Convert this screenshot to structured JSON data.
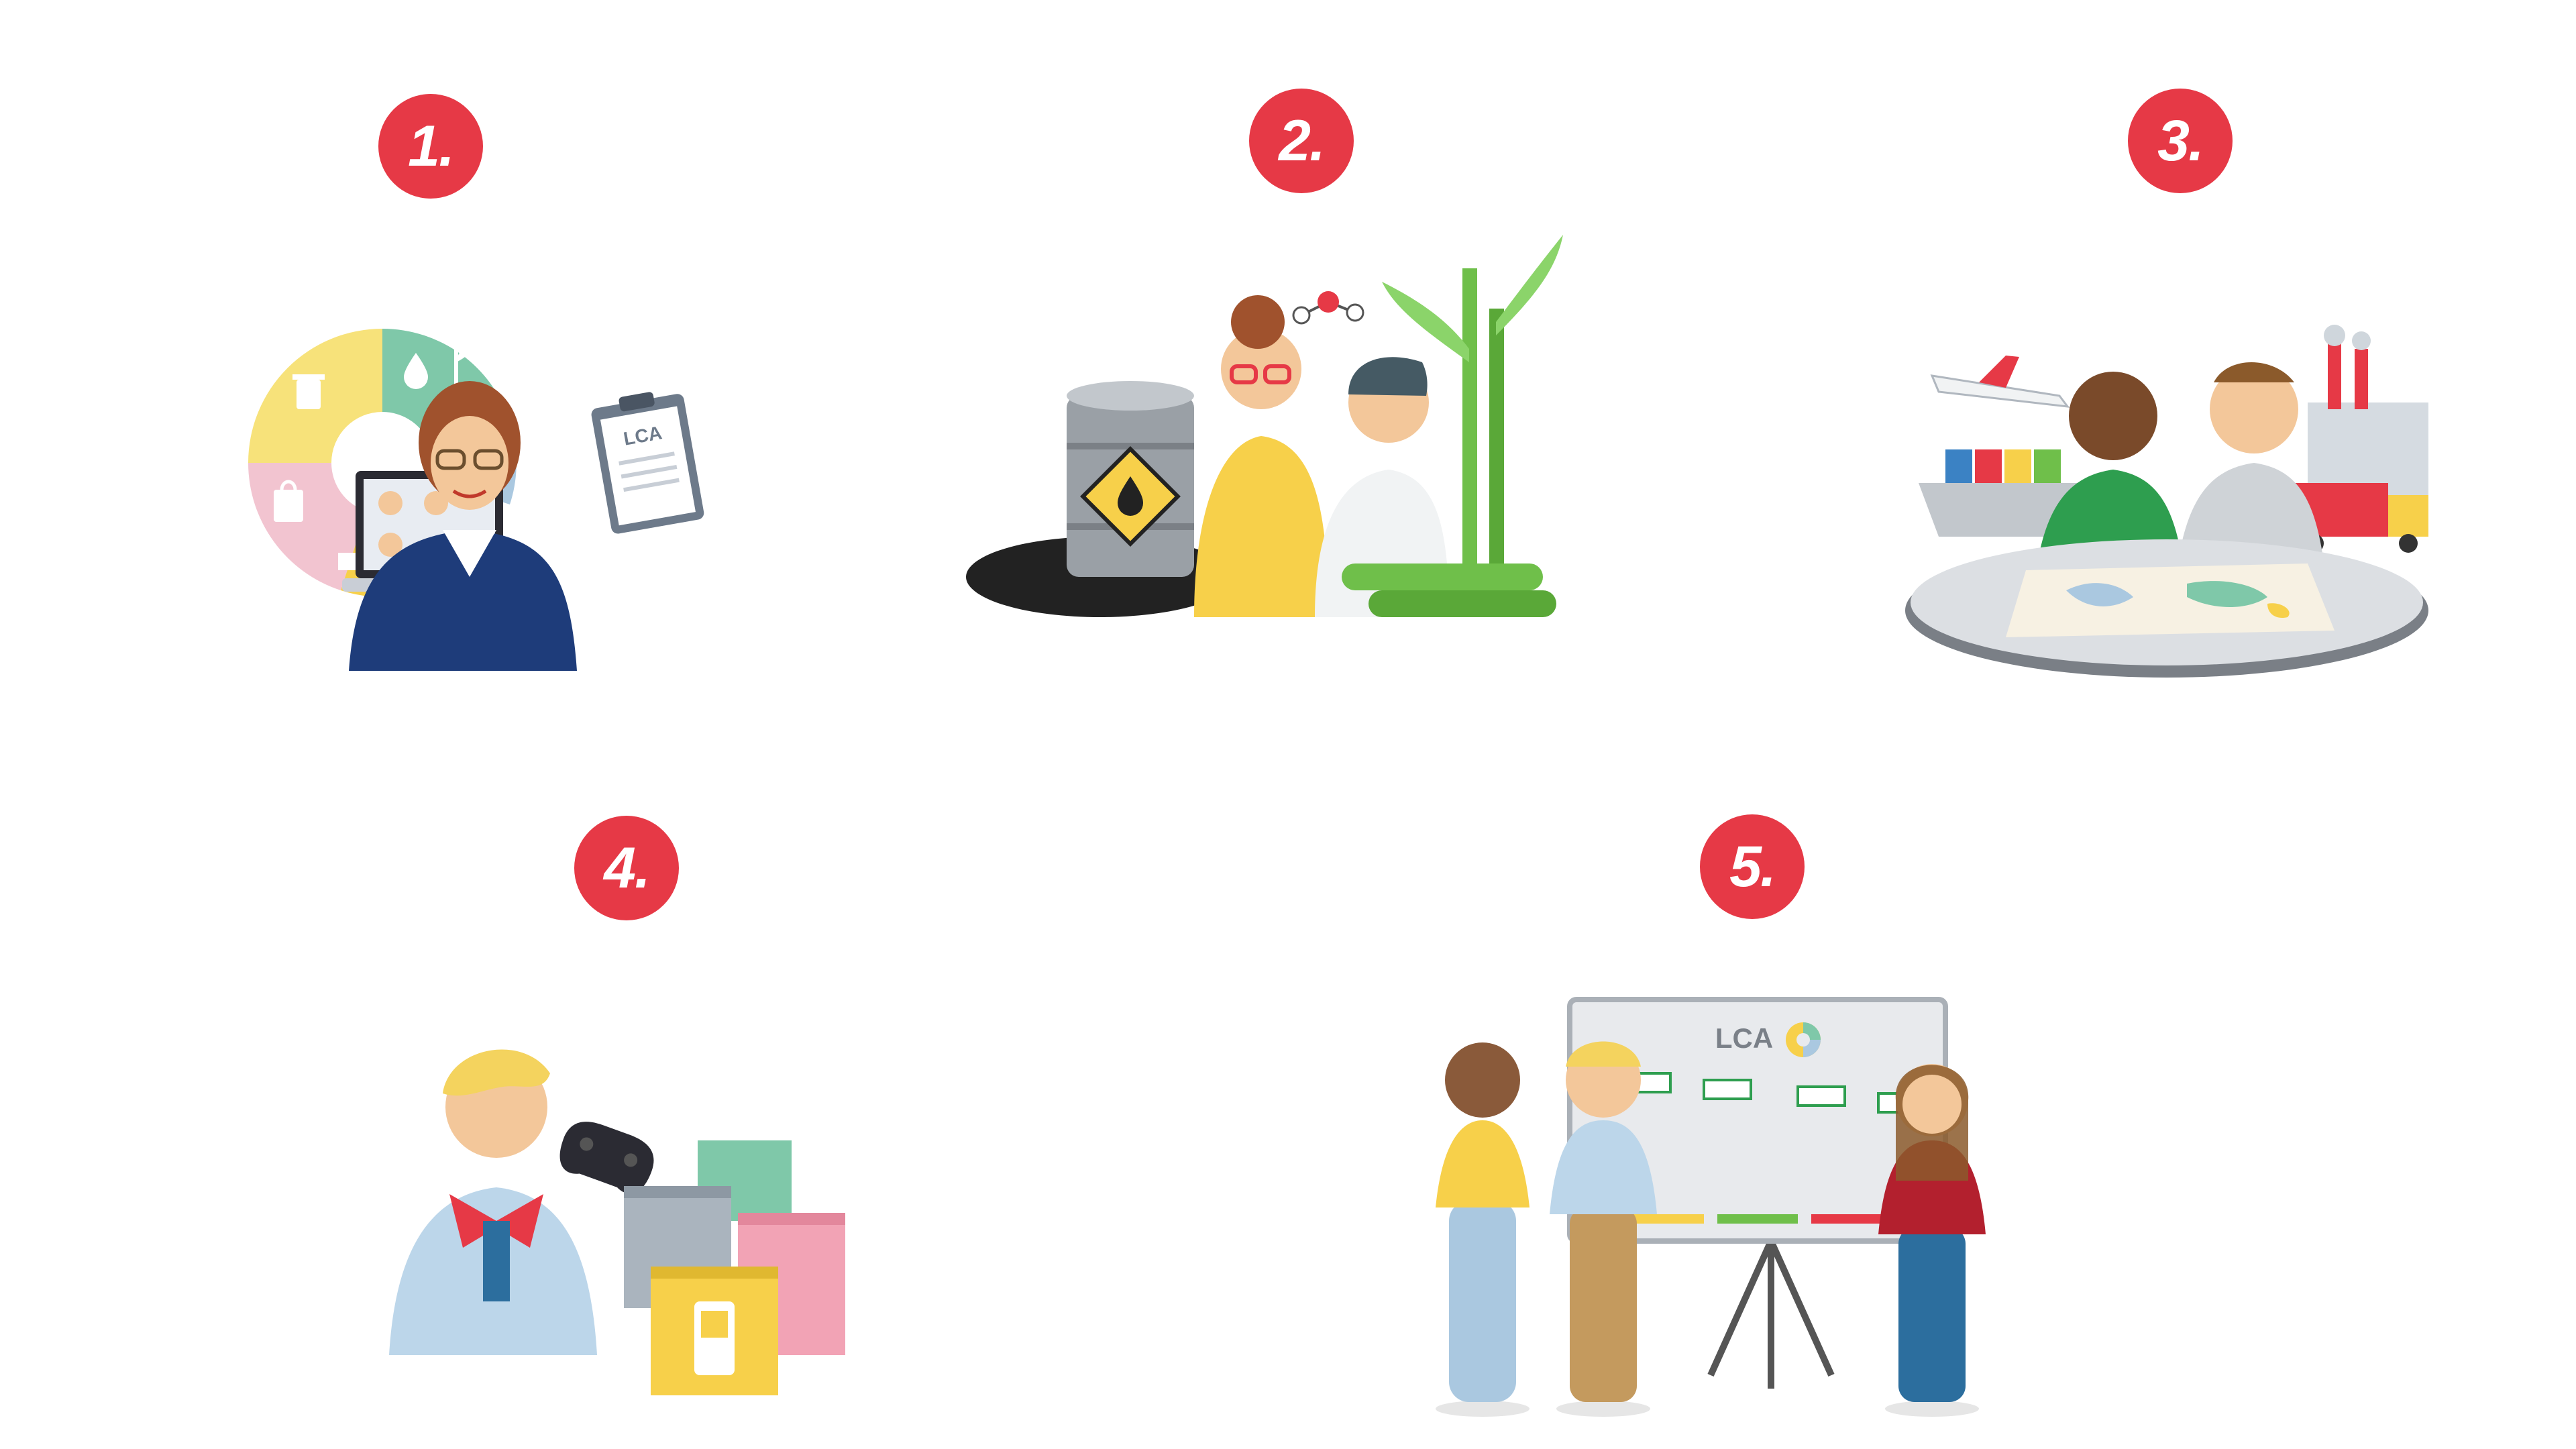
{
  "steps": [
    {
      "number": "1."
    },
    {
      "number": "2."
    },
    {
      "number": "3."
    },
    {
      "number": "4."
    },
    {
      "number": "5."
    }
  ],
  "illustrations": {
    "step1": {
      "clipboard_label": "LCA",
      "icons": [
        "trash-icon",
        "water-drop-icon",
        "plant-icon",
        "bag-icon",
        "truck-icon"
      ]
    },
    "step2": {
      "icons": [
        "oil-barrel-icon",
        "molecule-icon",
        "sugarcane-icon"
      ]
    },
    "step3": {
      "icons": [
        "airplane-icon",
        "cargo-ship-icon",
        "factory-icon",
        "truck-icon",
        "world-map-icon"
      ]
    },
    "step4": {
      "icons": [
        "game-controller-icon",
        "recycling-bins-icon",
        "phone-icon"
      ]
    },
    "step5": {
      "board_label": "LCA"
    }
  },
  "colors": {
    "badge": "#e63946",
    "green": "#7fc8a9",
    "yellow": "#f7d04a",
    "pink": "#f2c4d0",
    "blue": "#aac8e0"
  }
}
